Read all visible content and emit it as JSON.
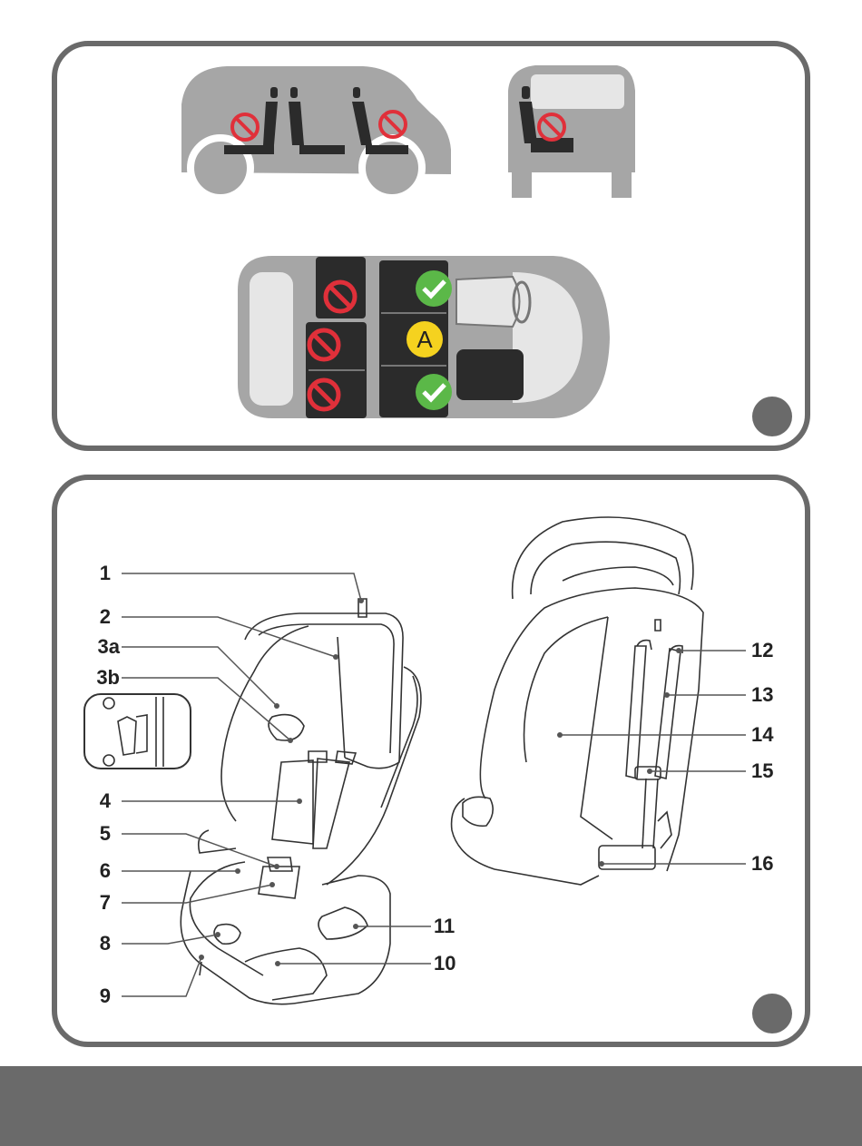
{
  "seat_positions": {
    "allowed_marker": "check-icon",
    "forbidden_marker": "no-entry-icon",
    "center_badge": "A"
  },
  "components": {
    "front_labels": [
      "1",
      "2",
      "3a",
      "3b",
      "4",
      "5",
      "6",
      "7",
      "8",
      "9",
      "10",
      "11"
    ],
    "rear_labels": [
      "12",
      "13",
      "14",
      "15",
      "16"
    ]
  },
  "colors": {
    "frame_gray": "#6a6a6a",
    "car_gray": "#a6a6a6",
    "seat_dark": "#2b2b2b",
    "forbidden_red": "#e0303a",
    "allowed_green": "#5bb848",
    "badge_yellow": "#f5d21f"
  }
}
